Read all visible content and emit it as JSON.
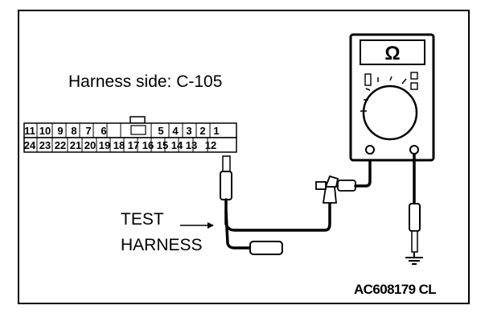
{
  "harness_label": "Harness side: C-105",
  "connector": {
    "top_row": [
      "11",
      "10",
      "9",
      "8",
      "7",
      "6",
      "",
      "5",
      "4",
      "3",
      "2",
      "1"
    ],
    "bottom_row": [
      "24",
      "23",
      "22",
      "21",
      "20",
      "19",
      "18",
      "17",
      "16",
      "15",
      "14",
      "13",
      "12"
    ]
  },
  "test_harness_label": [
    "TEST",
    "HARNESS"
  ],
  "meter_symbol": "Ω",
  "figure_code": "AC608179 CL",
  "icons": [
    "ohmmeter-icon",
    "ground-symbol-icon",
    "clip-icon",
    "probe-icon"
  ]
}
